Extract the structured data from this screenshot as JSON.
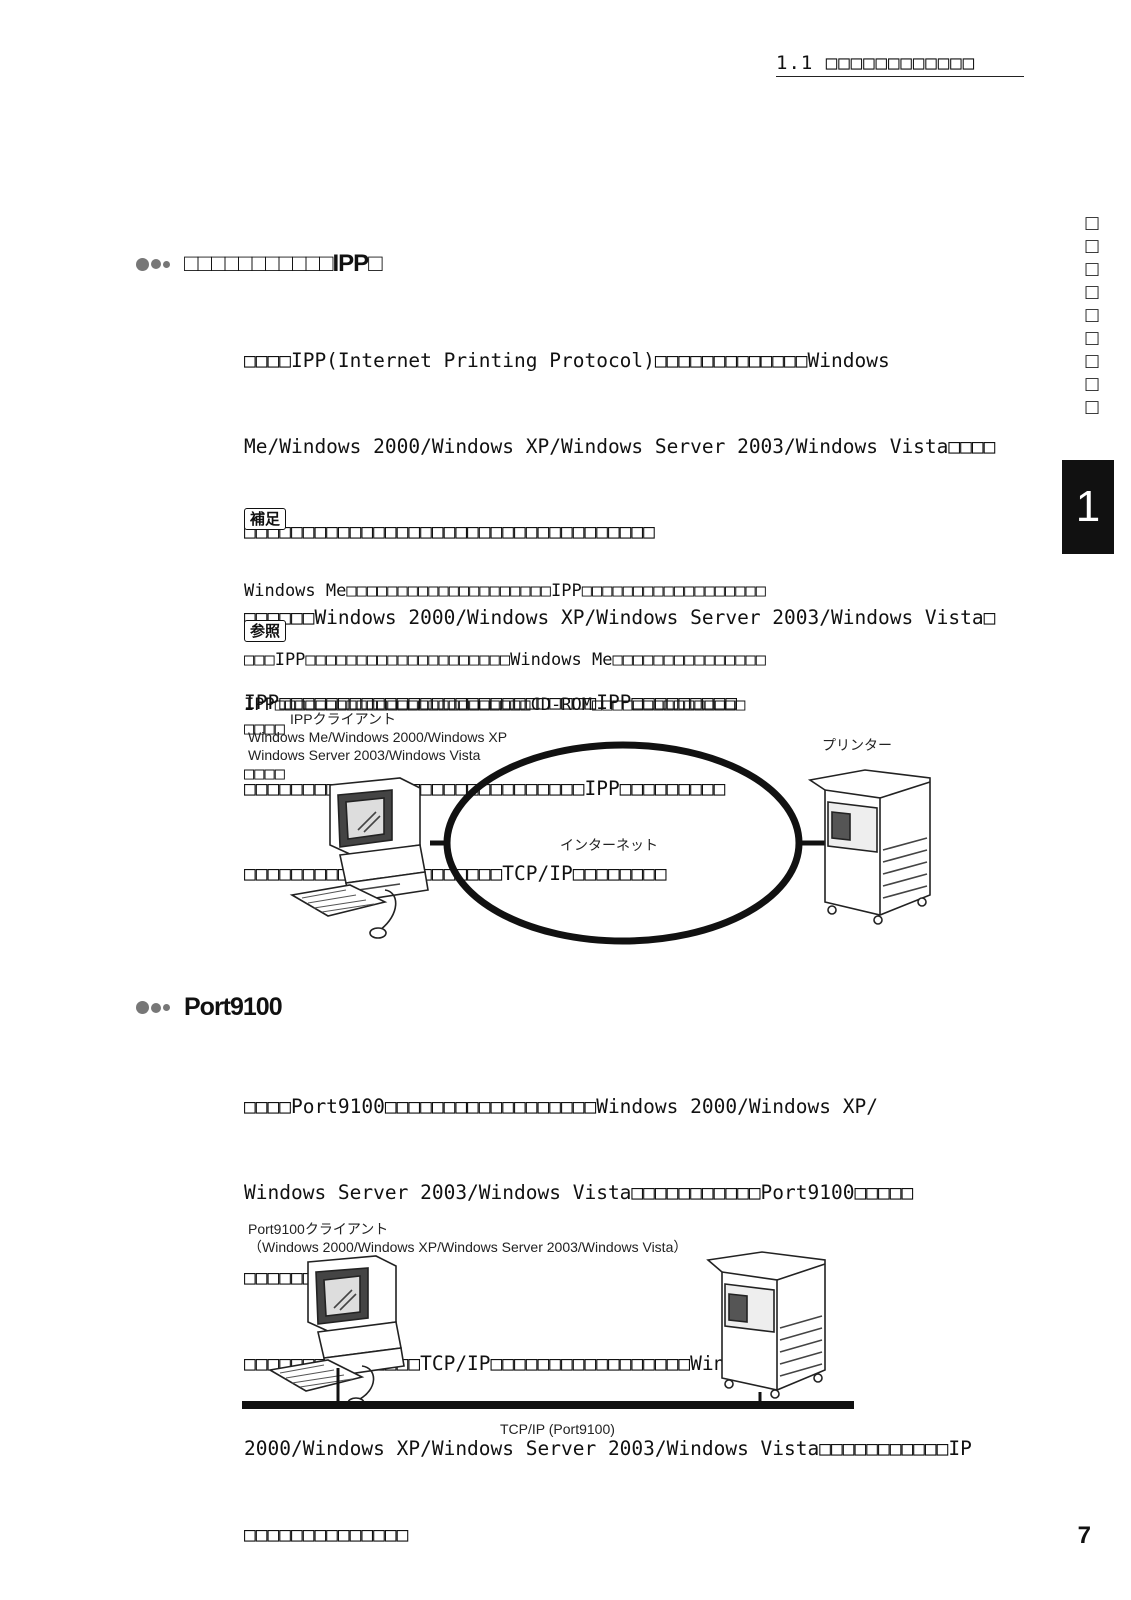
{
  "header": {
    "chapter": "1.1 □□□□□□□□□□□□"
  },
  "side_tab": {
    "text": "□□□□□□□□□",
    "chapter_number": "1"
  },
  "section_ipp": {
    "heading": "□□□□□□□□□□□IPP□",
    "lines": [
      "□□□□IPP(Internet Printing Protocol)□□□□□□□□□□□□□Windows",
      "Me/Windows 2000/Windows XP/Windows Server 2003/Windows Vista□□□□",
      "□□□□□□□□□□□□□□□□□□□□□□□□□□□□□□□□□□□",
      "□□□□□□Windows 2000/Windows XP/Windows Server 2003/Windows Vista□",
      "IPP□□□□□□□□□□□□□□□□□□□□□□□□□□□IPP□□□□□□□□□",
      "□□□□□□□□□□□□□□□□□□□□□□□□□□□□□IPP□□□□□□□□□",
      "□□□□□□□□□□□□□□□□□□□□□□TCP/IP□□□□□□□□"
    ],
    "note_label": "補足",
    "note_lines": [
      "Windows Me□□□□□□□□□□□□□□□□□□□□IPP□□□□□□□□□□□□□□□□□□",
      "□□□IPP□□□□□□□□□□□□□□□□□□□□Windows Me□□□□□□□□□□□□□□□",
      "□□□□"
    ],
    "ref_label": "参照",
    "ref_lines": [
      "IPP□□□□□□□□□□□□□□□□□□□□□□□□□CD-ROM□□□□□□□□□□□□□□□",
      "□□□□"
    ],
    "diagram": {
      "client_title": "IPPクライアント",
      "client_os_line1": "Windows Me/Windows 2000/Windows XP",
      "client_os_line2": "Windows Server 2003/Windows Vista",
      "printer_label": "プリンター",
      "network_label": "インターネット"
    }
  },
  "section_port9100": {
    "heading": "Port9100",
    "lines": [
      "□□□□Port9100□□□□□□□□□□□□□□□□□□Windows 2000/Windows XP/",
      "Windows Server 2003/Windows Vista□□□□□□□□□□□Port9100□□□□□",
      "□□□□□□□",
      "□□□□□□□□□□□□□□□TCP/IP□□□□□□□□□□□□□□□□□Windows",
      "2000/Windows XP/Windows Server 2003/Windows Vista□□□□□□□□□□□IP",
      "□□□□□□□□□□□□□□"
    ],
    "diagram": {
      "client_title": "Port9100クライアント",
      "client_os": "（Windows 2000/Windows XP/Windows Server 2003/Windows Vista）",
      "network_label": "TCP/IP (Port9100)"
    }
  },
  "footer": {
    "page_number": "7"
  }
}
